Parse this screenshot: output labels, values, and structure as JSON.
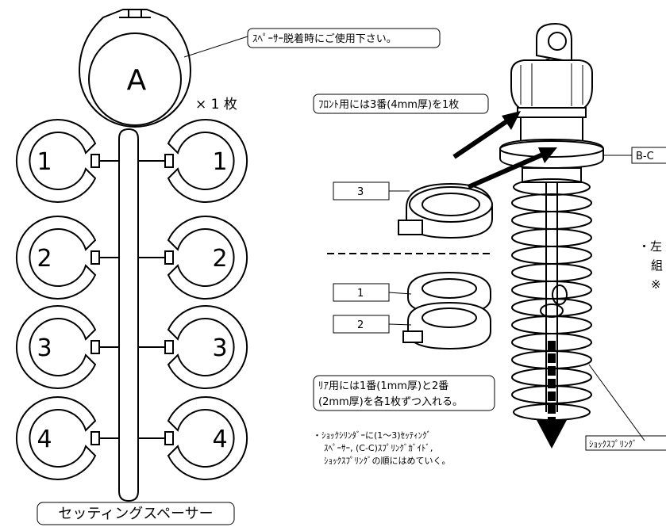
{
  "spacer_a": {
    "letter": "A",
    "note": "ｽﾍﾟｰｻｰ脱着時にご使用下さい。",
    "count": "× 1 枚"
  },
  "sprue_numbers": [
    "1",
    "2",
    "3",
    "4"
  ],
  "sprue_caption": "セッティングスペーサー",
  "front_note": "ﾌﾛﾝﾄ用には3番(4mm厚)を1枚",
  "rear_note_line1": "ﾘｱ用には1番(1mm厚)と2番",
  "rear_note_line2": "(2mm厚)を各1枚ずつ入れる。",
  "spacer_tags": {
    "three": "3",
    "one": "1",
    "two": "2"
  },
  "assembly_note": [
    "・ｼｮｯｸｼﾘﾝﾀﾞｰに(1～3)ｾｯﾃｨﾝｸﾞ",
    "ｽﾍﾟｰｻｰ, (C-C)ｽﾌﾟﾘﾝｸﾞｶﾞｲﾄﾞ,",
    "ｼｮｯｸｽﾌﾟﾘﾝｸﾞの順にはめていく。"
  ],
  "part_bc": "B-C",
  "part_spring": "ｼｮｯｸｽﾌﾟﾘﾝｸﾞ",
  "right_note": [
    "・左",
    "組",
    "※"
  ]
}
